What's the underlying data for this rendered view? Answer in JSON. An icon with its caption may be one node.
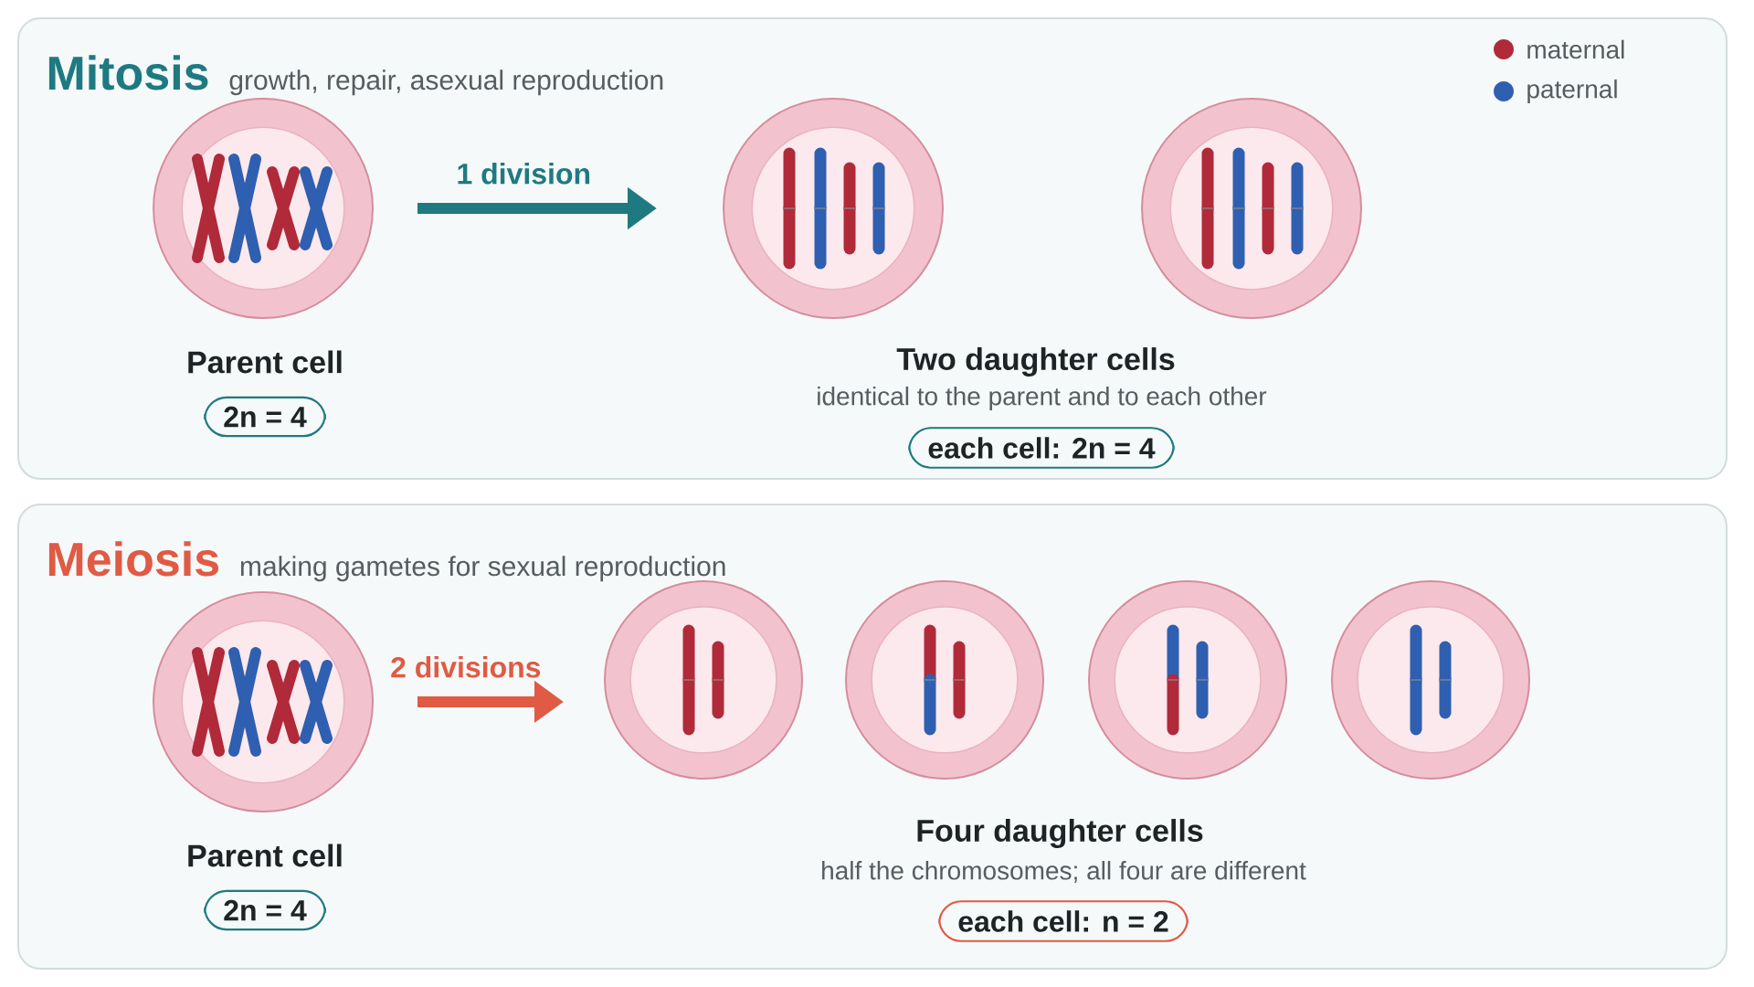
{
  "diagram": {
    "nodes": [
      {
        "text": [
          "Mitosis",
          "growth, repair, asexual reproduction"
        ]
      },
      {
        "text": [],
        "shape": "circle",
        "in": 0,
        "beside": [
          "Parent cell"
        ]
      },
      {
        "text": [
          "2n = 4"
        ],
        "in": 0
      },
      {
        "text": [],
        "shape": "circle",
        "in": 0
      },
      {
        "text": [],
        "shape": "circle",
        "in": 0
      },
      {
        "text": [
          "each cell: 2n = 4"
        ],
        "in": 0
      },
      {
        "text": [
          "Meiosis",
          "making gametes for sexual reproduction"
        ]
      },
      {
        "text": [],
        "shape": "circle",
        "in": 6,
        "beside": [
          "Parent cell"
        ]
      },
      {
        "text": [
          "2n = 4"
        ],
        "in": 6
      },
      {
        "text": [],
        "shape": "circle",
        "in": 6
      },
      {
        "text": [],
        "shape": "circle",
        "in": 6
      },
      {
        "text": [],
        "shape": "circle",
        "in": 6
      },
      {
        "text": [],
        "shape": "circle",
        "in": 6
      },
      {
        "text": [
          "each cell: n = 2"
        ],
        "in": 6
      }
    ],
    "edges": [
      {
        "from": 1,
        "to": 3,
        "arrow": "to",
        "label": "1 division",
        "color": "#1e7a80"
      },
      {
        "from": 7,
        "to": 9,
        "arrow": "to",
        "label": "2 divisions",
        "color": "#e05a44"
      }
    ],
    "labels": [
      "Two daughter cells",
      "identical to the parent and to each other",
      "Four daughter cells",
      "half the chromosomes; all four are different"
    ],
    "legend": [
      {
        "text": "maternal",
        "color": "#b02a3a"
      },
      {
        "text": "paternal",
        "color": "#2f5fb0"
      }
    ]
  }
}
